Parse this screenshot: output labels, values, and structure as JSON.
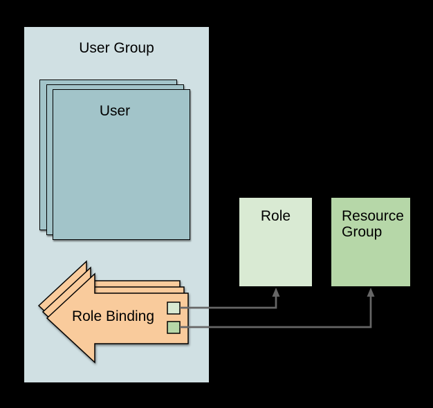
{
  "nodes": {
    "user_group": {
      "label": "User Group"
    },
    "user": {
      "label": "User"
    },
    "role_binding": {
      "label": "Role Binding"
    },
    "role": {
      "label": "Role"
    },
    "resource_group": {
      "label": "Resource Group"
    }
  },
  "connections": [
    {
      "from": "role_binding",
      "to": "role"
    },
    {
      "from": "role_binding",
      "to": "resource_group"
    }
  ],
  "colors": {
    "canvas_background": "#000000",
    "user_group_fill": "#d0e0e3",
    "user_fill": "#a2c4c9",
    "role_binding_fill": "#f9cb9c",
    "role_fill": "#d9ead3",
    "resource_group_fill": "#b6d7a8",
    "connector": "#666666",
    "shape_border": "#000000",
    "text": "#000000"
  }
}
